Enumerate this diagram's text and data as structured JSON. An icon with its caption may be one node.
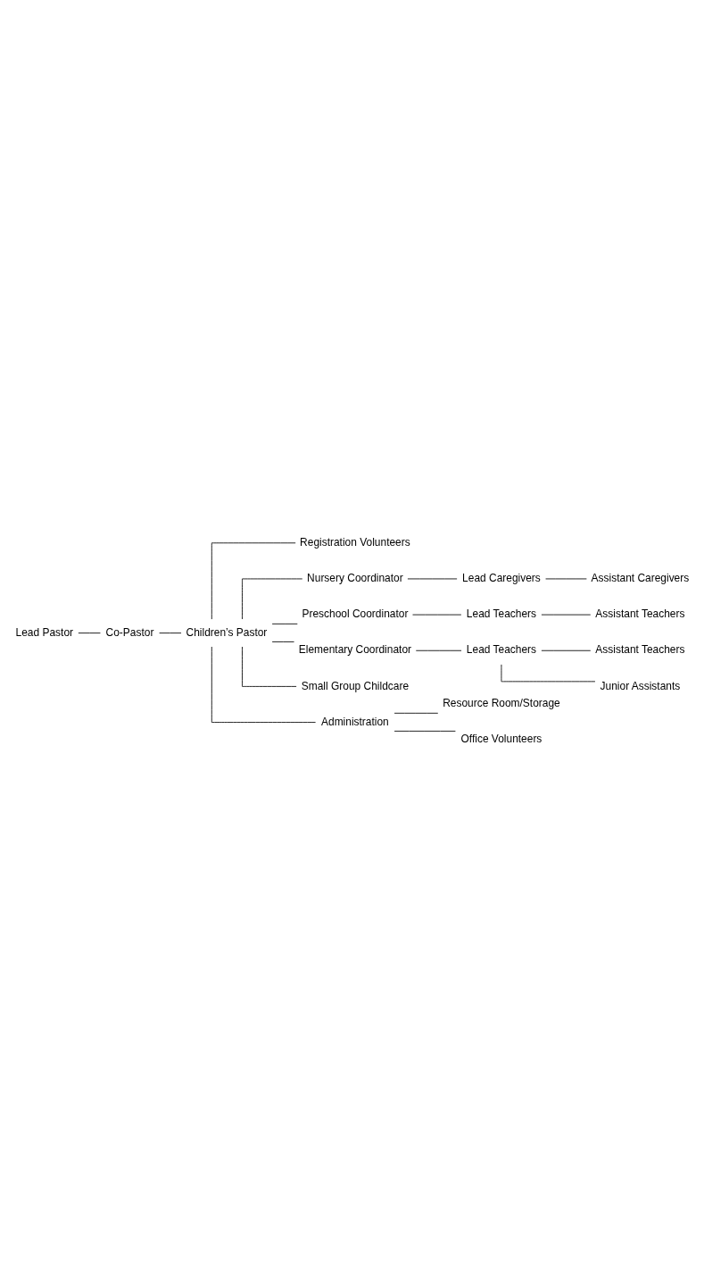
{
  "diagram": {
    "nodes": [
      {
        "text": [
          "Lead Pastor"
        ]
      },
      {
        "text": [
          "Co-Pastor"
        ]
      },
      {
        "text": [
          "Children’s Pastor"
        ]
      },
      {
        "text": [
          "Registration Volunteers"
        ]
      },
      {
        "text": [
          "Nursery Coordinator"
        ]
      },
      {
        "text": [
          "Lead Caregivers"
        ]
      },
      {
        "text": [
          "Assistant Caregivers"
        ]
      },
      {
        "text": [
          "Preschool Coordinator"
        ]
      },
      {
        "text": [
          "Lead Teachers"
        ]
      },
      {
        "text": [
          "Assistant Teachers"
        ]
      },
      {
        "text": [
          "Elementary Coordinator"
        ]
      },
      {
        "text": [
          "Lead Teachers"
        ]
      },
      {
        "text": [
          "Assistant Teachers"
        ]
      },
      {
        "text": [
          "Junior Assistants"
        ]
      },
      {
        "text": [
          "Small Group Childcare"
        ]
      },
      {
        "text": [
          "Administration"
        ]
      },
      {
        "text": [
          "Resource Room/Storage"
        ]
      },
      {
        "text": [
          "Office Volunteers"
        ]
      }
    ],
    "edges": [
      {
        "from": 0,
        "to": 1,
        "arrow": "none"
      },
      {
        "from": 1,
        "to": 2,
        "arrow": "none"
      },
      {
        "from": 2,
        "to": 3,
        "arrow": "none"
      },
      {
        "from": 2,
        "to": 4,
        "arrow": "none"
      },
      {
        "from": 4,
        "to": 5,
        "arrow": "none"
      },
      {
        "from": 5,
        "to": 6,
        "arrow": "none"
      },
      {
        "from": 2,
        "to": 7,
        "arrow": "none"
      },
      {
        "from": 7,
        "to": 8,
        "arrow": "none"
      },
      {
        "from": 8,
        "to": 9,
        "arrow": "none"
      },
      {
        "from": 2,
        "to": 10,
        "arrow": "none"
      },
      {
        "from": 10,
        "to": 11,
        "arrow": "none"
      },
      {
        "from": 11,
        "to": 12,
        "arrow": "none"
      },
      {
        "from": 11,
        "to": 13,
        "arrow": "none"
      },
      {
        "from": 2,
        "to": 14,
        "arrow": "none"
      },
      {
        "from": 2,
        "to": 15,
        "arrow": "none"
      },
      {
        "from": 15,
        "to": 16,
        "arrow": "none"
      },
      {
        "from": 15,
        "to": 17,
        "arrow": "none"
      }
    ]
  }
}
